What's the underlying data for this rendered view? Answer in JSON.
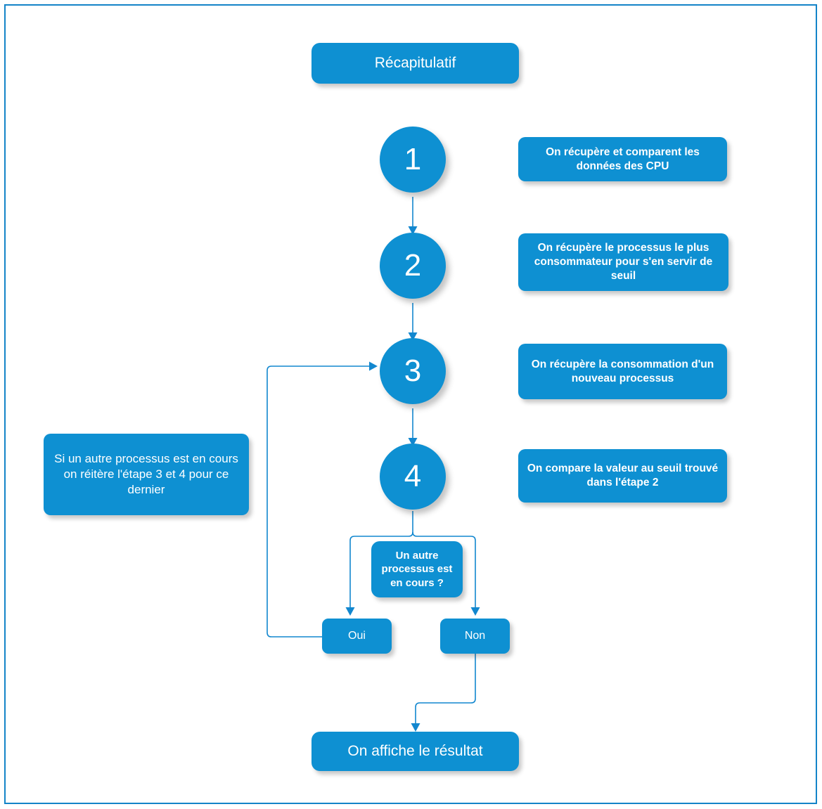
{
  "diagram": {
    "title": "Récapitulatif",
    "accent_color": "#0e90d2",
    "frame_color": "#1484c8",
    "connector_color": "#1287cf",
    "background_color": "#ffffff"
  },
  "steps": [
    {
      "number": "1",
      "description": "On récupère et comparent les données des CPU"
    },
    {
      "number": "2",
      "description": "On récupère le processus le plus consommateur pour s'en servir de seuil"
    },
    {
      "number": "3",
      "description": "On récupère la consommation d'un nouveau processus"
    },
    {
      "number": "4",
      "description": "On compare la valeur au seuil trouvé dans l'étape 2"
    }
  ],
  "note": {
    "text": "Si un autre processus est en cours on réitère l'étape 3 et 4 pour ce dernier"
  },
  "decision": {
    "question": "Un autre processus est en cours ?",
    "branch_yes": "Oui",
    "branch_no": "Non"
  },
  "result": {
    "label": "On affiche le résultat"
  }
}
